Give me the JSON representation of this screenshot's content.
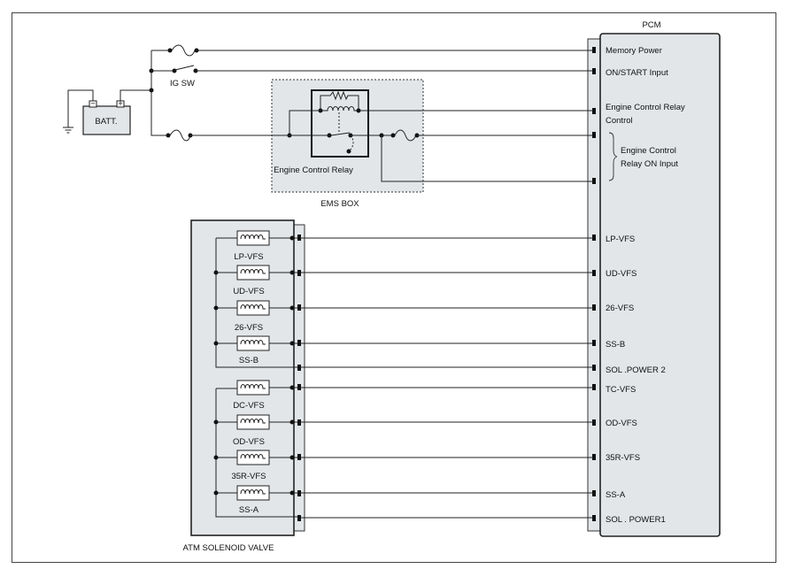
{
  "labels": {
    "pcm": "PCM",
    "batt": "BATT.",
    "ig_sw": "IG SW",
    "ems_box": "EMS BOX",
    "relay": "Engine Control Relay",
    "solenoid_valve": "ATM SOLENOID VALVE",
    "relay_on_input_1": "Engine Control",
    "relay_on_input_2": "Relay ON Input"
  },
  "pcm_pins": [
    "Memory Power",
    "ON/START Input",
    "Engine Control Relay",
    "Control",
    "LP-VFS",
    "UD-VFS",
    "26-VFS",
    "SS-B",
    "SOL .POWER 2",
    "TC-VFS",
    "OD-VFS",
    "35R-VFS",
    "SS-A",
    "SOL . POWER1"
  ],
  "solenoids": [
    "LP-VFS",
    "UD-VFS",
    "26-VFS",
    "SS-B",
    "DC-VFS",
    "OD-VFS",
    "35R-VFS",
    "SS-A"
  ]
}
